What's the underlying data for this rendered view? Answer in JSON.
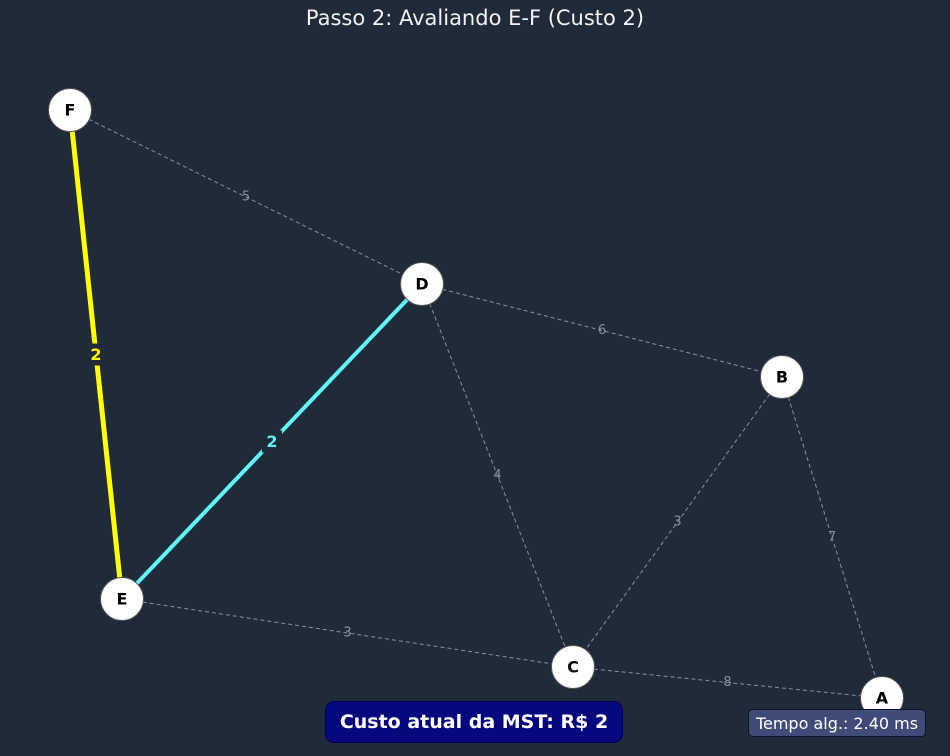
{
  "title": "Passo 2: Avaliando E-F (Custo 2)",
  "status": {
    "mst_cost": "Custo atual da MST: R$ 2",
    "timer": "Tempo alg.: 2.40 ms"
  },
  "colors": {
    "background": "#202b3a",
    "edge_default": "#8a8f98",
    "edge_mst": "#5ff7f7",
    "edge_evaluating": "#ffff00",
    "node_fill": "#ffffff",
    "node_stroke": "#555555"
  },
  "graph": {
    "nodes": [
      {
        "id": "F",
        "label": "F"
      },
      {
        "id": "D",
        "label": "D"
      },
      {
        "id": "B",
        "label": "B"
      },
      {
        "id": "E",
        "label": "E"
      },
      {
        "id": "C",
        "label": "C"
      },
      {
        "id": "A",
        "label": "A"
      }
    ],
    "edges": [
      {
        "from": "F",
        "to": "D",
        "weight": "5",
        "state": "default"
      },
      {
        "from": "D",
        "to": "B",
        "weight": "6",
        "state": "default"
      },
      {
        "from": "D",
        "to": "C",
        "weight": "4",
        "state": "default"
      },
      {
        "from": "B",
        "to": "C",
        "weight": "3",
        "state": "default"
      },
      {
        "from": "B",
        "to": "A",
        "weight": "7",
        "state": "default"
      },
      {
        "from": "E",
        "to": "C",
        "weight": "3",
        "state": "default"
      },
      {
        "from": "C",
        "to": "A",
        "weight": "8",
        "state": "default"
      },
      {
        "from": "E",
        "to": "D",
        "weight": "2",
        "state": "mst"
      },
      {
        "from": "F",
        "to": "E",
        "weight": "2",
        "state": "evaluating"
      }
    ]
  }
}
